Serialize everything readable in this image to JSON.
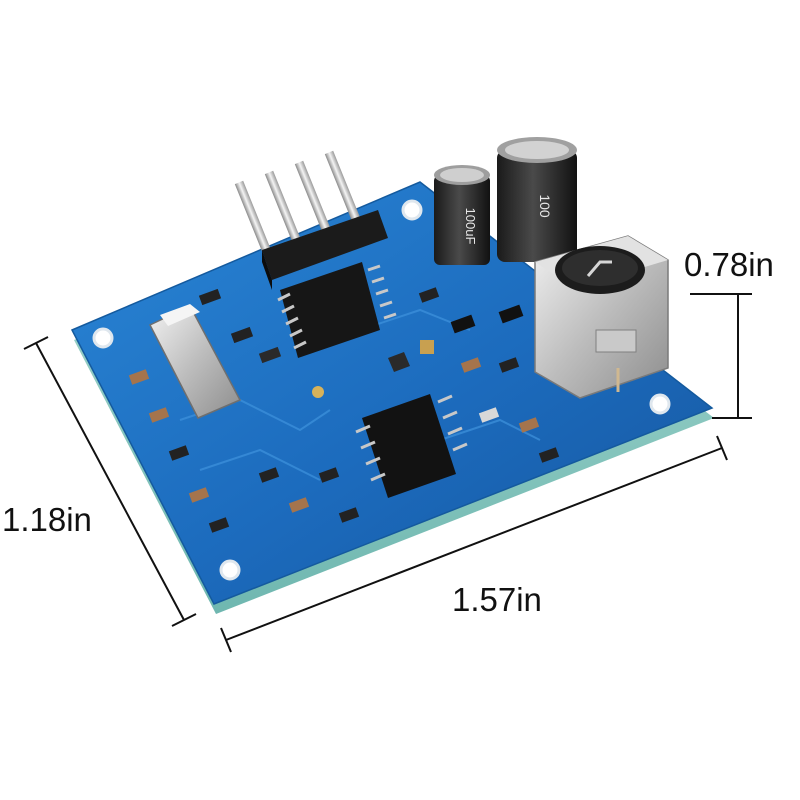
{
  "product": {
    "image_alt": "Waterproof ultrasonic distance sensor control board with dimension markings",
    "board_color": "#1f6fc0",
    "pin_count": 4
  },
  "dimensions": {
    "height": "0.78in",
    "width": "1.18in",
    "length": "1.57in"
  },
  "component_markings": {
    "capacitor_left": "100uF",
    "capacitor_right": "100"
  }
}
